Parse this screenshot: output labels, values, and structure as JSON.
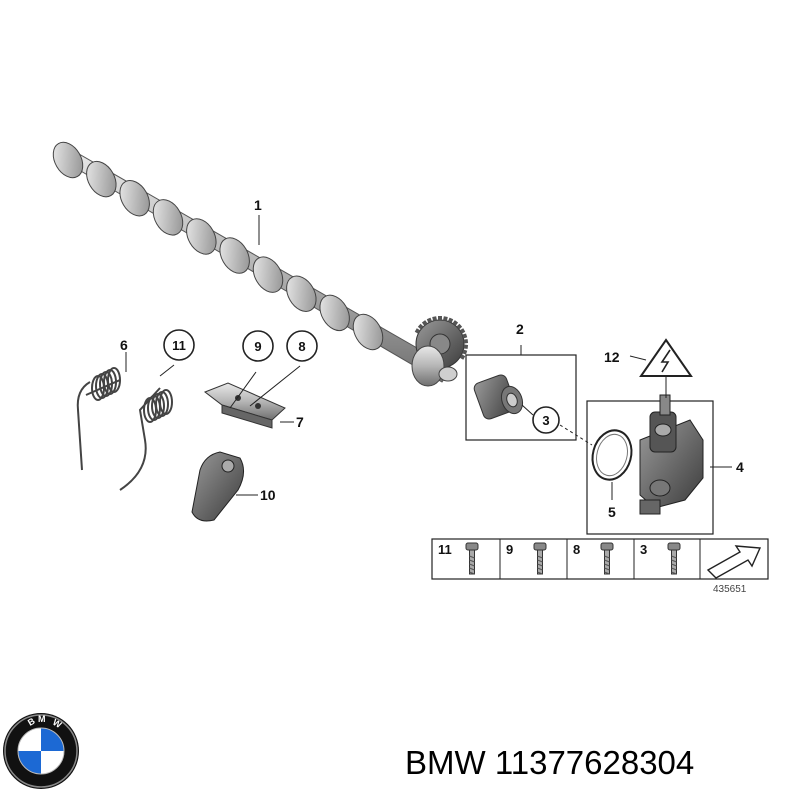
{
  "diagram": {
    "callouts": {
      "c1": "1",
      "c2": "2",
      "c3": "3",
      "c4": "4",
      "c5": "5",
      "c6": "6",
      "c7": "7",
      "c8": "8",
      "c9": "9",
      "c10": "10",
      "c11": "11",
      "c12": "12"
    },
    "fastener_table": {
      "cells": [
        "11",
        "9",
        "8",
        "3"
      ]
    },
    "reference_number": "435651"
  },
  "logo": {
    "name": "bmw-logo",
    "letters": "BMW",
    "colors": {
      "blue": "#1c69d4",
      "white": "#ffffff",
      "ring": "#111111"
    }
  },
  "caption": {
    "brand": "BMW",
    "part_number": "11377628304"
  }
}
